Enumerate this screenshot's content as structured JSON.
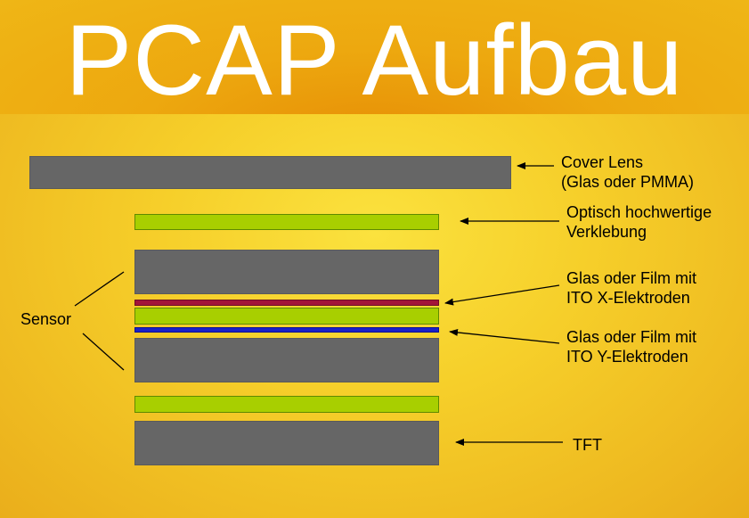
{
  "title": "PCAP Aufbau",
  "labels": {
    "cover_lens_line1": "Cover Lens",
    "cover_lens_line2": "(Glas oder PMMA)",
    "optical_line1": "Optisch hochwertige",
    "optical_line2": "Verklebung",
    "ito_x_line1": "Glas oder Film mit",
    "ito_x_line2": "ITO X-Elektroden",
    "ito_y_line1": "Glas oder Film mit",
    "ito_y_line2": "ITO Y-Elektroden",
    "tft": "TFT",
    "sensor": "Sensor"
  },
  "colors": {
    "background": "#f6cf2a",
    "title_band": "#eda80f",
    "layer_gray": "#666666",
    "layer_green": "#a8cf00",
    "layer_red": "#a31539",
    "layer_blue": "#1a21c7"
  }
}
